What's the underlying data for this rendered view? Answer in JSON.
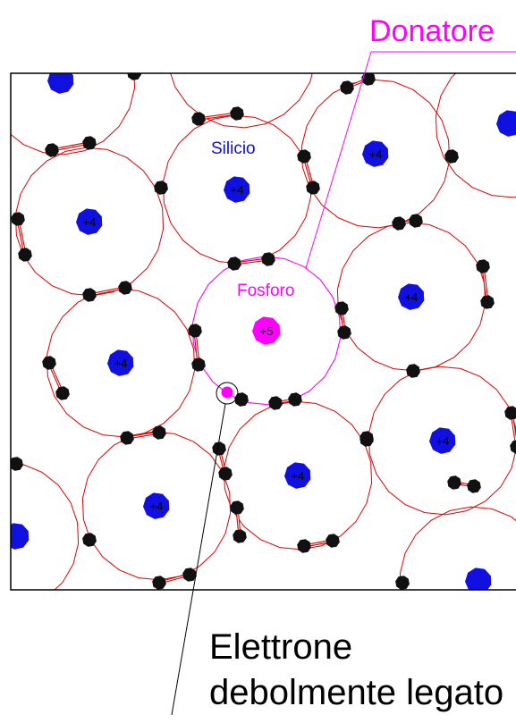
{
  "labels": {
    "donor": "Donatore",
    "silicon": "Silicio",
    "phosphorus": "Fosforo",
    "electron_line1": "Elettrone",
    "electron_line2": "debolmente legato"
  },
  "atoms": [
    {
      "kind": "silicon",
      "charge": "+4"
    },
    {
      "kind": "silicon",
      "charge": "+4"
    },
    {
      "kind": "silicon",
      "charge": "+4"
    },
    {
      "kind": "silicon",
      "charge": "+4"
    },
    {
      "kind": "silicon",
      "charge": "+4"
    },
    {
      "kind": "silicon",
      "charge": "+4"
    },
    {
      "kind": "silicon",
      "charge": "+4"
    },
    {
      "kind": "silicon",
      "charge": "+4"
    },
    {
      "kind": "phosphorus",
      "charge": "+5"
    }
  ],
  "colors": {
    "silicon_core": "#1010e0",
    "phosphorus_core": "#ff00ff",
    "bond": "#e00000",
    "electron": "#111111",
    "donor_text": "#ff00ff",
    "silicon_text": "#1010d0",
    "phosphorus_text": "#ff00ff",
    "frame": "#000000"
  }
}
